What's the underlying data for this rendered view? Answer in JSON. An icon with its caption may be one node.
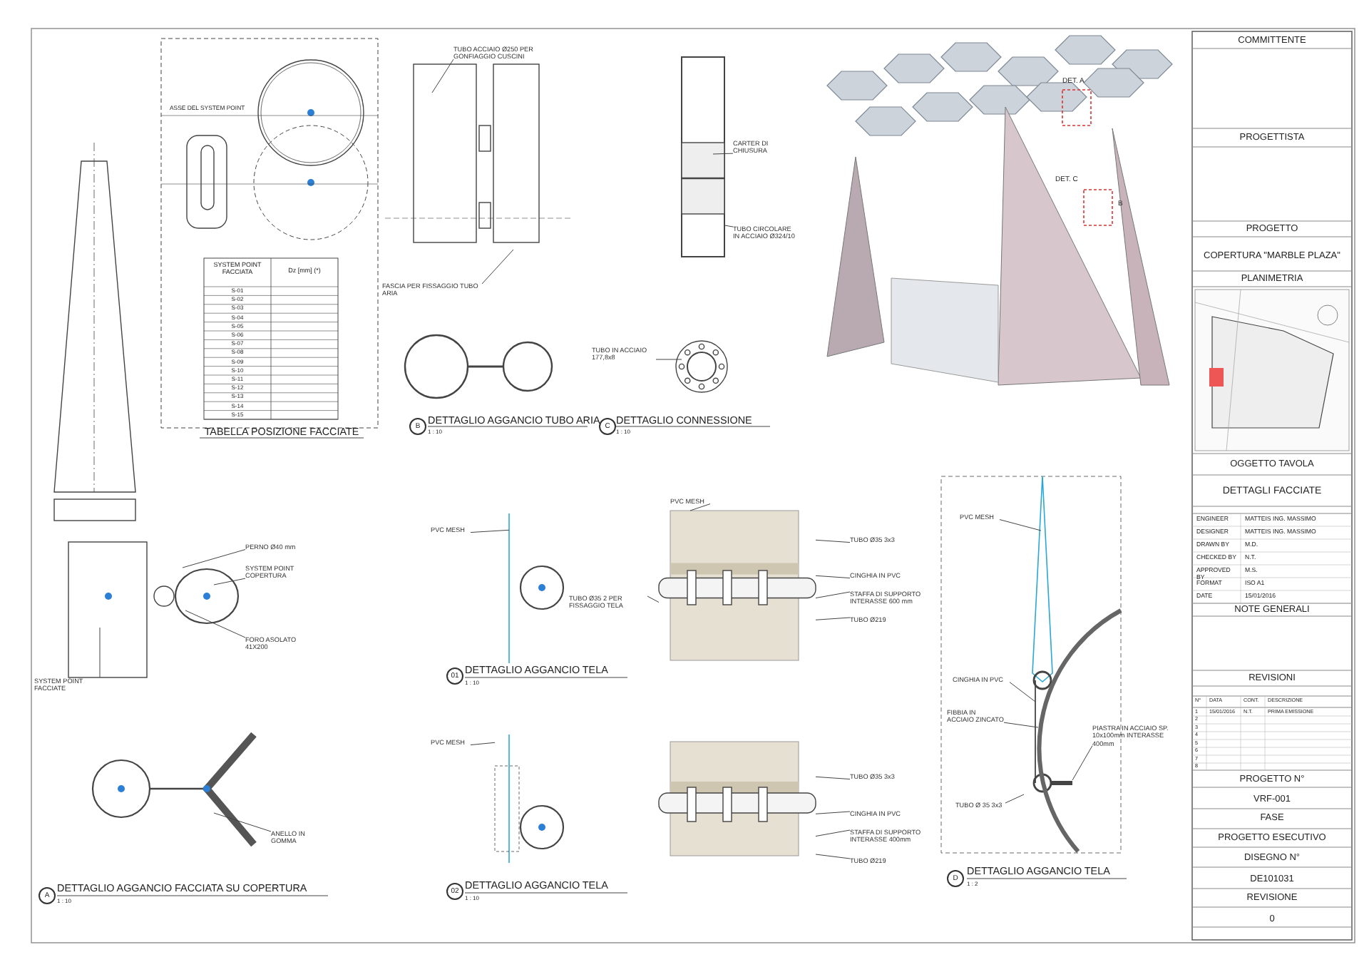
{
  "diagram": {
    "nodes": [
      {
        "text": [
          "TUBO ACCIAIO Ø250 PER GONFIAGGIO CUSCINI"
        ]
      },
      {
        "text": [
          "FASCIA PER FISSAGGIO TUBO ARIA"
        ]
      },
      {
        "text": [
          "CARTER DI CHIUSURA"
        ]
      },
      {
        "text": [
          "TUBO CIRCOLARE IN ACCIAIO Ø324/10"
        ]
      },
      {
        "text": [
          "TUBO IN ACCIAIO 177,8x8"
        ]
      },
      {
        "text": [
          "PERNO Ø40 mm"
        ]
      },
      {
        "text": [
          "SYSTEM POINT COPERTURA"
        ]
      },
      {
        "text": [
          "FORO ASOLATO 41X200"
        ]
      },
      {
        "text": [
          "SYSTEM POINT FACCIATE"
        ]
      },
      {
        "text": [
          "ANELLO IN GOMMA"
        ]
      },
      {
        "text": [
          "PVC MESH"
        ]
      },
      {
        "text": [
          "PVC MESH"
        ]
      },
      {
        "text": [
          "TUBO Ø35 3x3"
        ]
      },
      {
        "text": [
          "CINGHIA IN PVC"
        ]
      },
      {
        "text": [
          "STAFFA DI SUPPORTO INTERASSE 600 mm"
        ]
      },
      {
        "text": [
          "TUBO Ø219"
        ]
      },
      {
        "text": [
          "PVC MESH"
        ]
      },
      {
        "text": [
          "TUBO Ø35 3x3"
        ]
      },
      {
        "text": [
          "CINGHIA IN PVC"
        ]
      },
      {
        "text": [
          "STAFFA DI SUPPORTO INTERASSE 400mm"
        ]
      },
      {
        "text": [
          "TUBO Ø219"
        ]
      },
      {
        "text": [
          "PVC MESH"
        ]
      },
      {
        "text": [
          "CINGHIA IN PVC"
        ]
      },
      {
        "text": [
          "FIBBIA IN ACCIAIO ZINCATO"
        ]
      },
      {
        "text": [
          "PIASTRA IN ACCIAIO SP. 10x100mm INTERASSE 400mm"
        ]
      },
      {
        "text": [
          "TUBO Ø 35 3x3"
        ]
      },
      {
        "text": [
          "TUBO Ø35 2 PER FISSAGGIO TELA"
        ]
      },
      {
        "text": [],
        "shape": "picture"
      },
      {
        "text": [],
        "shape": "picture"
      },
      {
        "text": [],
        "shape": "picture"
      },
      {
        "text": [],
        "shape": "picture"
      }
    ],
    "edges": [
      {
        "from": 0,
        "to": null,
        "arrow": "none"
      },
      {
        "from": 1,
        "to": null,
        "arrow": "none"
      },
      {
        "from": 2,
        "to": null,
        "arrow": "none"
      },
      {
        "from": 3,
        "to": null,
        "arrow": "none"
      },
      {
        "from": 4,
        "to": null,
        "arrow": "none"
      },
      {
        "from": 5,
        "to": null,
        "arrow": "none"
      },
      {
        "from": 6,
        "to": null,
        "arrow": "none"
      },
      {
        "from": 7,
        "to": null,
        "arrow": "none"
      },
      {
        "from": 8,
        "to": null,
        "arrow": "none"
      },
      {
        "from": 9,
        "to": null,
        "arrow": "none"
      },
      {
        "from": 10,
        "to": 29,
        "arrow": "none"
      },
      {
        "from": 11,
        "to": 27,
        "arrow": "none"
      },
      {
        "from": 12,
        "to": 27,
        "arrow": "none"
      },
      {
        "from": 13,
        "to": 27,
        "arrow": "none"
      },
      {
        "from": 14,
        "to": 27,
        "arrow": "none"
      },
      {
        "from": 15,
        "to": 27,
        "arrow": "none"
      },
      {
        "from": 16,
        "to": 30,
        "arrow": "none"
      },
      {
        "from": 17,
        "to": 28,
        "arrow": "none"
      },
      {
        "from": 18,
        "to": 28,
        "arrow": "none"
      },
      {
        "from": 19,
        "to": 28,
        "arrow": "none"
      },
      {
        "from": 20,
        "to": 28,
        "arrow": "none"
      },
      {
        "from": 21,
        "to": null,
        "arrow": "none"
      },
      {
        "from": 22,
        "to": null,
        "arrow": "none"
      },
      {
        "from": 23,
        "to": null,
        "arrow": "none"
      },
      {
        "from": 24,
        "to": null,
        "arrow": "none"
      },
      {
        "from": 25,
        "to": null,
        "arrow": "none"
      },
      {
        "from": 26,
        "to": 27,
        "arrow": "none"
      }
    ],
    "labels": [
      "ASSE DEL SYSTEM POINT",
      "SYSTEM POINT FACCIATA",
      "Dz [mm] (*)",
      "S-01",
      "S-02",
      "S-03",
      "S-04",
      "S-05",
      "S-06",
      "S-07",
      "S-08",
      "S-09",
      "S-10",
      "S-11",
      "S-12",
      "S-13",
      "S-14",
      "S-15",
      "TABELLA POSIZIONE FACCIATE",
      "B",
      "DETTAGLIO AGGANCIO TUBO ARIA",
      "1 : 10",
      "C",
      "DETTAGLIO CONNESSIONE",
      "1 : 10",
      "DET. A",
      "DET. C",
      "B",
      "A",
      "DETTAGLIO AGGANCIO FACCIATA SU COPERTURA",
      "1 : 10",
      "01",
      "DETTAGLIO AGGANCIO TELA",
      "1 : 10",
      "02",
      "DETTAGLIO AGGANCIO TELA",
      "1 : 10",
      "D",
      "DETTAGLIO AGGANCIO TELA",
      "1 : 2",
      "COMMITTENTE",
      "PROGETTISTA",
      "PROGETTO",
      "COPERTURA \"MARBLE PLAZA\"",
      "PLANIMETRIA",
      "OGGETTO TAVOLA",
      "DETTAGLI FACCIATE",
      "ENGINEER",
      "MATTEIS ING. MASSIMO",
      "DESIGNER",
      "MATTEIS ING. MASSIMO",
      "DRAWN BY",
      "M.D.",
      "CHECKED BY",
      "N.T.",
      "APPROVED BY",
      "M.S.",
      "FORMAT",
      "ISO A1",
      "DATE",
      "15/01/2016",
      "NOTE GENERALI",
      "REVISIONI",
      "N°",
      "DATA",
      "CONT.",
      "DESCRIZIONE",
      "1",
      "15/01/2016",
      "N.T.",
      "PRIMA EMISSIONE",
      "2",
      "3",
      "4",
      "5",
      "6",
      "7",
      "8",
      "PROGETTO N°",
      "VRF-001",
      "FASE",
      "PROGETTO ESECUTIVO",
      "DISEGNO N°",
      "DE101031",
      "REVISIONE",
      "0"
    ]
  }
}
